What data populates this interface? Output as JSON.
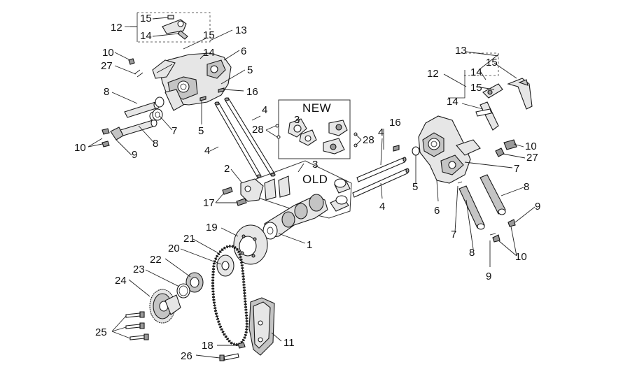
{
  "diagram": {
    "box_labels": {
      "new": "NEW",
      "old": "OLD"
    },
    "callouts": {
      "n1": "1",
      "n2": "2",
      "n3a": "3",
      "n3b": "3",
      "n4a": "4",
      "n4b": "4",
      "n4c": "4",
      "n4d": "4",
      "n5a": "5",
      "n5b": "5",
      "n5c": "5",
      "n6a": "6",
      "n6b": "6",
      "n7a": "7",
      "n7b": "7",
      "n7c": "7",
      "n8a": "8",
      "n8b": "8",
      "n8c": "8",
      "n8d": "8",
      "n9a": "9",
      "n9b": "9",
      "n9c": "9",
      "n10a": "10",
      "n10b": "10",
      "n10c": "10",
      "n10d": "10",
      "n11": "11",
      "n12a": "12",
      "n12b": "12",
      "n13a": "13",
      "n13b": "13",
      "n14a": "14",
      "n14b": "14",
      "n14c": "14",
      "n14d": "14",
      "n15a": "15",
      "n15b": "15",
      "n15c": "15",
      "n15d": "15",
      "n16a": "16",
      "n16b": "16",
      "n17": "17",
      "n18": "18",
      "n19": "19",
      "n20": "20",
      "n21": "21",
      "n22": "22",
      "n23": "23",
      "n24": "24",
      "n25": "25",
      "n26": "26",
      "n27a": "27",
      "n27b": "27",
      "n28a": "28",
      "n28b": "28"
    }
  }
}
